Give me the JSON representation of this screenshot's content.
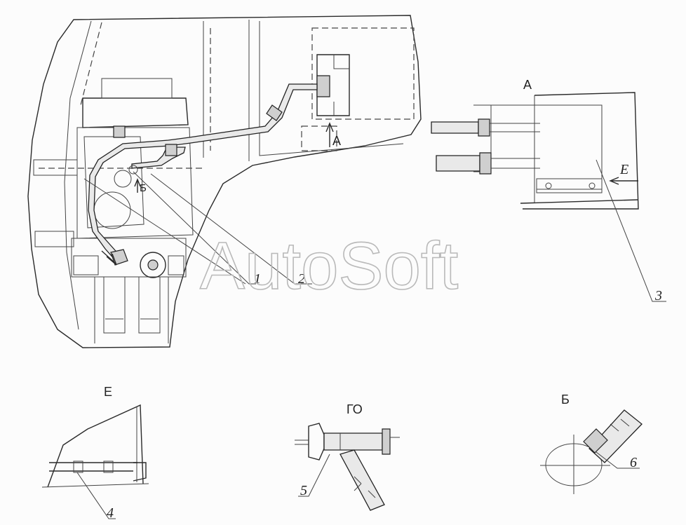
{
  "labels": {
    "view_a_arrow": "A",
    "view_b_arrow": "Б",
    "view_a_title": "A",
    "view_e_arrow": "E",
    "view_e_title": "E",
    "view_go_title": "ГО",
    "view_b_title": "Б"
  },
  "callouts": [
    "1",
    "2",
    "3",
    "4",
    "5",
    "6"
  ],
  "watermark": "AutoSoft"
}
